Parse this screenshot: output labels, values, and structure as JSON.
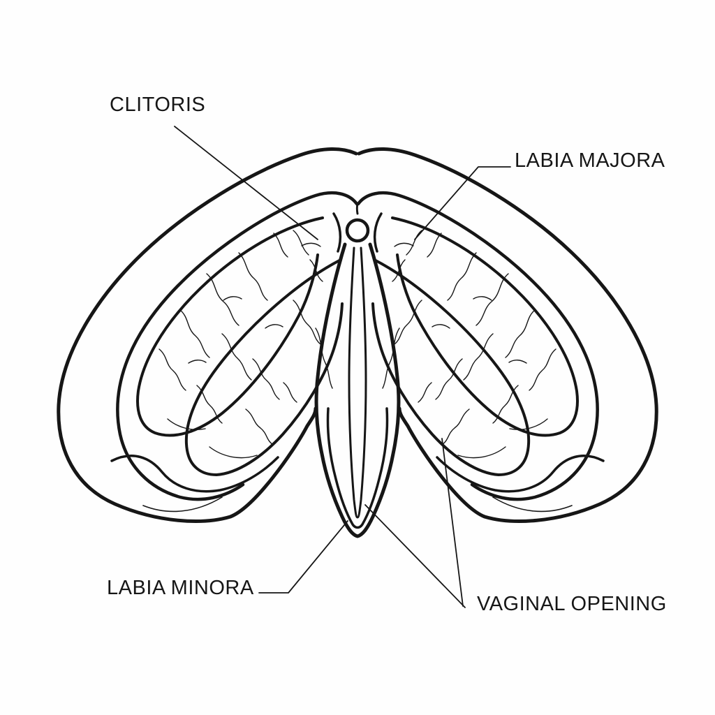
{
  "figure": {
    "type": "anatomical-line-diagram",
    "background_color": "#fefefe",
    "line_color": "#161616"
  },
  "labels": {
    "clitoris": "CLITORIS",
    "labia_majora": "LABIA MAJORA",
    "labia_minora": "LABIA MINORA",
    "vaginal_opening": "VAGINAL OPENING"
  }
}
